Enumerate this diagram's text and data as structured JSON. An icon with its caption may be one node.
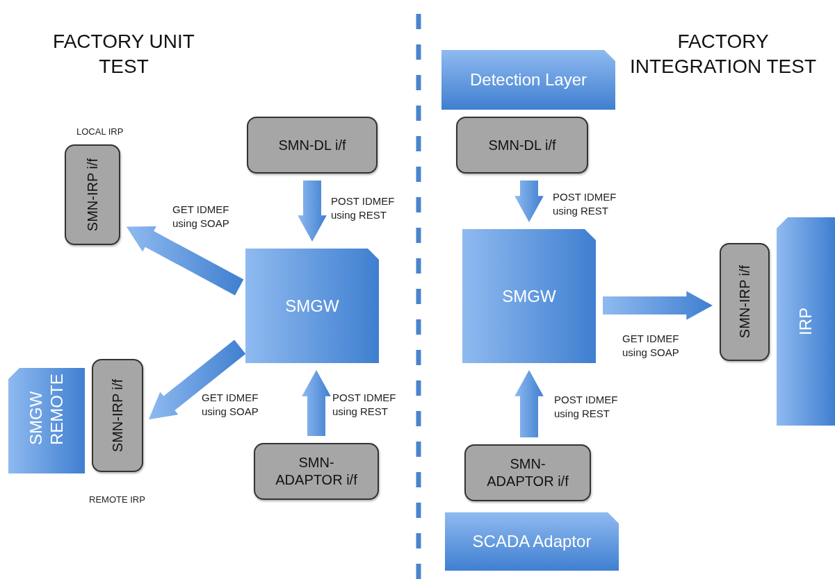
{
  "diagram": {
    "nodes": [
      {
        "text": [
          "SMN-DL i/f"
        ]
      },
      {
        "text": [
          "SMN-IRP i/f"
        ],
        "beside": [
          "LOCAL IRP"
        ]
      },
      {
        "text": [
          "SMGW"
        ]
      },
      {
        "text": [
          "SMGW REMOTE"
        ]
      },
      {
        "text": [
          "SMN-IRP i/f"
        ],
        "beside": [
          "REMOTE IRP"
        ]
      },
      {
        "text": [
          "SMN- ADAPTOR i/f"
        ]
      },
      {
        "text": [
          "Detection Layer"
        ]
      },
      {
        "text": [
          "SMN-DL i/f"
        ]
      },
      {
        "text": [
          "SMGW"
        ]
      },
      {
        "text": [
          "SMN-IRP i/f"
        ]
      },
      {
        "text": [
          "IRP"
        ]
      },
      {
        "text": [
          "SMN- ADAPTOR i/f"
        ]
      },
      {
        "text": [
          "SCADA Adaptor"
        ]
      }
    ],
    "edges": [
      {
        "from": 0,
        "to": 2,
        "arrow": "to",
        "label": "POST IDMEF using REST",
        "style": "thick"
      },
      {
        "from": 2,
        "to": 1,
        "arrow": "to",
        "label": "GET IDMEF using SOAP",
        "style": "thick"
      },
      {
        "from": 2,
        "to": 4,
        "arrow": "to",
        "label": "GET IDMEF using SOAP",
        "style": "thick"
      },
      {
        "from": 5,
        "to": 2,
        "arrow": "to",
        "label": "POST IDMEF using REST",
        "style": "thick"
      },
      {
        "from": 7,
        "to": 8,
        "arrow": "to",
        "label": "POST IDMEF using REST",
        "style": "thick"
      },
      {
        "from": 8,
        "to": 9,
        "arrow": "to",
        "label": "GET IDMEF using SOAP",
        "style": "thick"
      },
      {
        "from": 11,
        "to": 8,
        "arrow": "to",
        "label": "POST IDMEF using REST",
        "style": "thick"
      }
    ],
    "labels": [
      "FACTORY UNIT TEST",
      "FACTORY INTEGRATION TEST"
    ]
  }
}
